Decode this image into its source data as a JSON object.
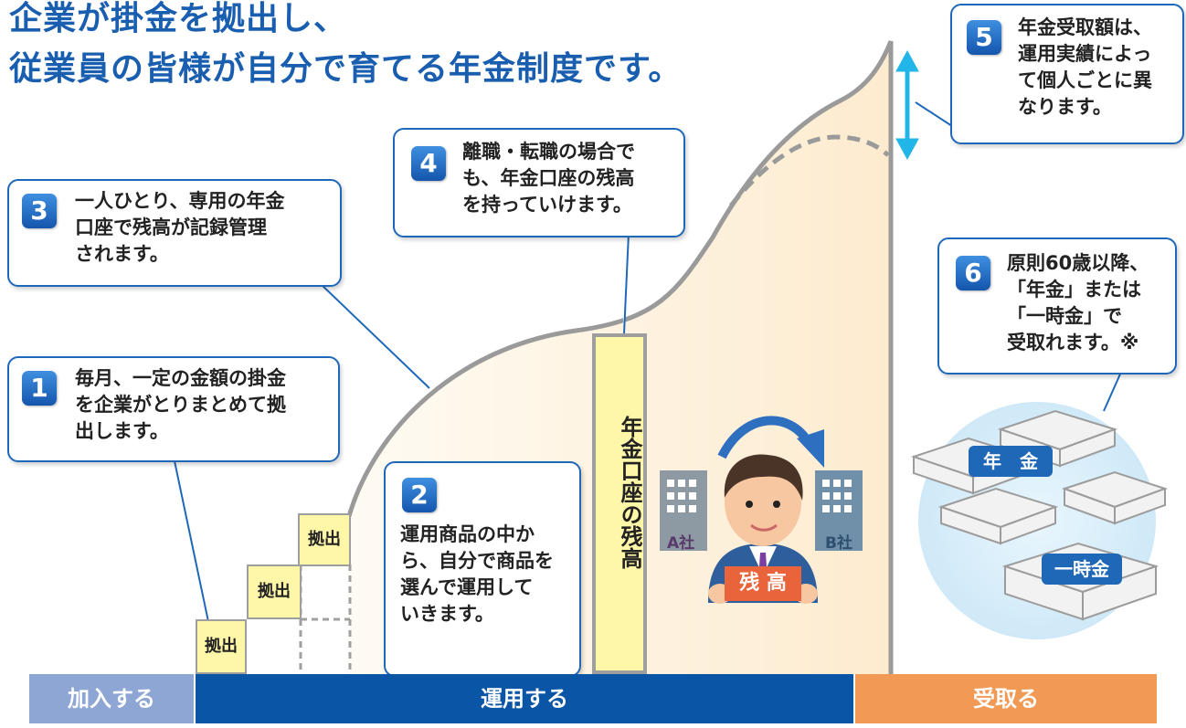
{
  "title": {
    "line1": "企業が掛金を拠出し、",
    "line2": "従業員の皆様が自分で育てる年金制度です。"
  },
  "callouts": [
    {
      "number": "1",
      "lines": [
        "毎月、一定の金額の掛金",
        "を企業がとりまとめて拠",
        "出します。"
      ]
    },
    {
      "number": "2",
      "lines": [
        "運用商品の中か",
        "ら、自分で商品を",
        "選んで運用して",
        "いきます。"
      ]
    },
    {
      "number": "3",
      "lines": [
        "一人ひとり、専用の年金",
        "口座で残高が記録管理",
        "されます。"
      ]
    },
    {
      "number": "4",
      "lines": [
        "離職・転職の場合で",
        "も、年金口座の残高",
        "を持っていけます。"
      ]
    },
    {
      "number": "5",
      "lines": [
        "年金受取額は、",
        "運用実績によっ",
        "て個人ごとに異",
        "なります。"
      ]
    },
    {
      "number": "6",
      "lines": [
        "原則60歳以降、",
        "「年金」または",
        "「一時金」で",
        "受取れます。※"
      ]
    }
  ],
  "contribution_label": "拠出",
  "balance_column_label": "年金口座の残高",
  "person": {
    "company_a": "A社",
    "company_b": "B社",
    "sign": "残 高"
  },
  "payout": {
    "annuity": "年　金",
    "lump_sum": "一時金"
  },
  "phases": [
    {
      "label": "加入する",
      "color": "#8ea6d4"
    },
    {
      "label": "運用する",
      "color": "#0a55a6"
    },
    {
      "label": "受取る",
      "color": "#f19a55"
    }
  ],
  "colors": {
    "accent": "#1f68b8",
    "arrow": "#22b6e8",
    "area": "#fdf1dc",
    "yellow": "#fff7a8"
  }
}
